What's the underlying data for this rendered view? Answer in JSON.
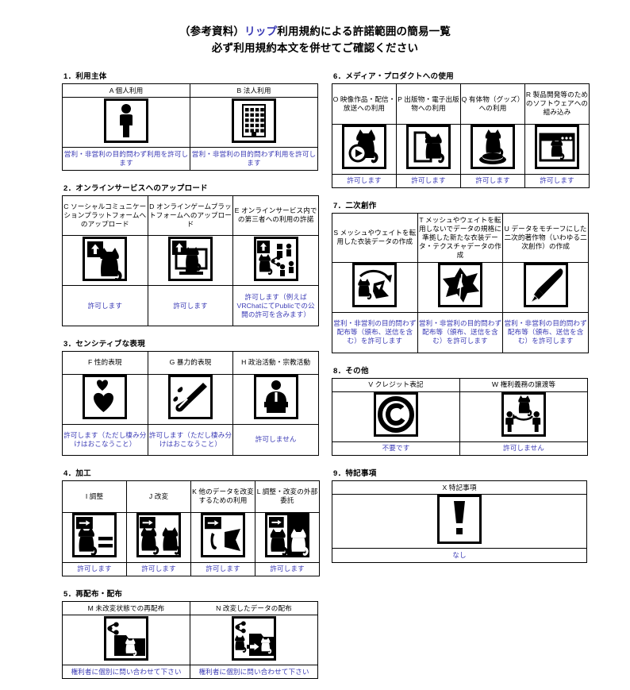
{
  "title": {
    "line1_prefix": "（参考資料）",
    "line1_blue": "リップ",
    "line1_suffix": "利用規約による許諾範囲の簡易一覧",
    "line2": "必ず利用規約本文を併せてご確認ください"
  },
  "colors": {
    "note_blue": "#3a3ab5",
    "title_blue": "#3a3ab5",
    "border": "#000000",
    "background": "#ffffff"
  },
  "sections": [
    {
      "id": "sec1",
      "number": "1.",
      "title": "1．利用主体",
      "column": "left",
      "columns": [
        {
          "key": "A",
          "header": "A  個人利用",
          "icon": "person-icon",
          "note": "営利・非営利の目的問わず利用を許可します"
        },
        {
          "key": "B",
          "header": "B  法人利用",
          "icon": "building-icon",
          "note": "営利・非営利の目的問わず利用を許可します"
        }
      ]
    },
    {
      "id": "sec2",
      "number": "2.",
      "title": "2．オンラインサービスへのアップロード",
      "column": "left",
      "columns": [
        {
          "key": "C",
          "header": "C ソーシャルコミュニケーションプラットフォームへのアップロード",
          "icon": "upload-cat-icon",
          "note": "許可します"
        },
        {
          "key": "D",
          "header": "D オンラインゲームプラットフォームへのアップロード",
          "icon": "upload-cat-monitor-icon",
          "note": "許可します"
        },
        {
          "key": "E",
          "header": "E オンラインサービス内での第三者への利用の許諾",
          "icon": "upload-cat-share-icon",
          "note": "許可します（例えばVRChatにてPublicでの公開の許可を含みます）"
        }
      ]
    },
    {
      "id": "sec3",
      "number": "3.",
      "title": "3．センシティブな表現",
      "column": "left",
      "columns": [
        {
          "key": "F",
          "header": "F  性的表現",
          "icon": "hearts-icon",
          "note": "許可します（ただし棲み分けはおこなうこと）"
        },
        {
          "key": "G",
          "header": "G  暴力的表現",
          "icon": "knife-icon",
          "note": "許可します（ただし棲み分けはおこなうこと）"
        },
        {
          "key": "H",
          "header": "H  政治活動・宗教活動",
          "icon": "podium-icon",
          "note": "許可しません"
        }
      ]
    },
    {
      "id": "sec4",
      "number": "4.",
      "title": "4．加工",
      "column": "left",
      "columns": [
        {
          "key": "I",
          "header": "I  調整",
          "icon": "cat-equals-icon",
          "note": "許可します"
        },
        {
          "key": "J",
          "header": "J  改変",
          "icon": "cat-two-icon",
          "note": "許可します"
        },
        {
          "key": "K",
          "header": "K 他のデータを改変するための利用",
          "icon": "cat-parts-icon",
          "note": "許可します"
        },
        {
          "key": "L",
          "header": "L  調整・改変の外部委託",
          "icon": "cat-outsource-icon",
          "note": "許可します"
        }
      ]
    },
    {
      "id": "sec5",
      "number": "5.",
      "title": "5．再配布・配布",
      "column": "left",
      "columns": [
        {
          "key": "M",
          "header": "M 未改変状態での再配布",
          "icon": "share-folder-cat-icon",
          "note": "権利者に個別に問い合わせて下さい"
        },
        {
          "key": "N",
          "header": "N 改変したデータの配布",
          "icon": "share-folder-cat-arrow-icon",
          "note": "権利者に個別に問い合わせて下さい"
        }
      ]
    },
    {
      "id": "sec6",
      "number": "6.",
      "title": "6．メディア・プロダクトへの使用",
      "column": "right",
      "columns": [
        {
          "key": "O",
          "header": "O 映像作品・配信・放送への利用",
          "icon": "cat-play-icon",
          "note": "許可します"
        },
        {
          "key": "P",
          "header": "P 出版物・電子出版物への利用",
          "icon": "cat-page-icon",
          "note": "許可します"
        },
        {
          "key": "Q",
          "header": "Q 有体物（グッズ）への利用",
          "icon": "cat-goods-icon",
          "note": "許可します"
        },
        {
          "key": "R",
          "header": "R 製品開発等のためのソフトウェアへの組み込み",
          "icon": "cat-window-icon",
          "note": "許可します"
        }
      ]
    },
    {
      "id": "sec7",
      "number": "7.",
      "title": "7．二次創作",
      "column": "right",
      "columns": [
        {
          "key": "S",
          "header": "S メッシュやウェイトを転用した衣装データの作成",
          "icon": "cat-mesh-reuse-icon",
          "note": "営利・非営利の目的問わず配布等（頒布、送信を含む）を許可します"
        },
        {
          "key": "T",
          "header": "T メッシュやウェイトを転用しないでデータの規格に準拠した新たな衣装データ・テクスチャデータの作成",
          "icon": "mesh-new-icon",
          "note": "営利・非営利の目的問わず配布等（頒布、送信を含む）を許可します"
        },
        {
          "key": "U",
          "header": "U データをモチーフにした二次的著作物（いわゆる二次創作）の作成",
          "icon": "brush-icon",
          "note": "営利・非営利の目的問わず配布等（頒布、送信を含む）を許可します"
        }
      ]
    },
    {
      "id": "sec8",
      "number": "8.",
      "title": "8．その他",
      "column": "right",
      "columns": [
        {
          "key": "V",
          "header": "V クレジット表記",
          "icon": "copyright-icon",
          "note": "不要です"
        },
        {
          "key": "W",
          "header": "W 権利義務の譲渡等",
          "icon": "transfer-icon",
          "note": "許可しません"
        }
      ]
    },
    {
      "id": "sec9",
      "number": "9.",
      "title": "9．特記事項",
      "column": "right",
      "columns": [
        {
          "key": "X",
          "header": "X 特記事項",
          "icon": "exclamation-icon",
          "note": "なし"
        }
      ]
    }
  ]
}
